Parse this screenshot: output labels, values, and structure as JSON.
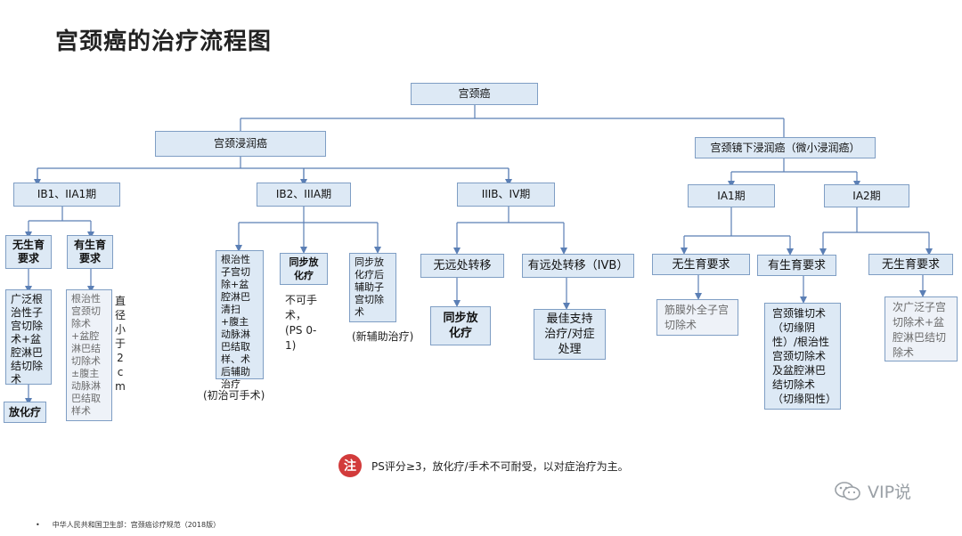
{
  "title": "宫颈癌的治疗流程图",
  "nodes": {
    "root": "宫颈癌",
    "invasive": "宫颈浸润癌",
    "micro": "宫颈镜下浸润癌（微小浸润癌）",
    "ib1": "IB1、IIA1期",
    "ib2": "IB2、IIIA期",
    "iiib": "IIIB、IV期",
    "ia1": "IA1期",
    "ia2": "IA2期",
    "no_fert_1": "无生育要求",
    "fert_1": "有生育要求",
    "radical_1": "广泛根治性子宫切除术+盆腔淋巴结切除术",
    "radio_1": "放化疗",
    "fert_surgery": "根治性宫颈切除术+盆腔淋巴结切除术±腹主动脉淋巴结取样术",
    "radical_2": "根治性子宫切除+盆腔淋巴清扫+腹主动脉淋巴结取样、术后辅助治疗",
    "chemoradio_2": "同步放化疗",
    "neoadj": "同步放化疗后辅助子宫切除术",
    "no_mets": "无远处转移",
    "mets": "有远处转移（IVB）",
    "chemoradio_3": "同步放化疗",
    "support": "最佳支持治疗/对症处理",
    "no_fert_ia1": "无生育要求",
    "fert_ia": "有生育要求",
    "no_fert_ia2": "无生育要求",
    "extrafascial": "筋膜外全子宫切除术",
    "conization": "宫颈锥切术（切缘阴性）/根治性宫颈切除术及盆腔淋巴结切除术（切缘阳性）",
    "subradical": "次广泛子宫切除术+盆腔淋巴结切除术"
  },
  "notes": {
    "size_note": "直径小于2cm",
    "initial_operable": "(初治可手术)",
    "inoperable": "不可手术，(PS 0-1)",
    "neoadjuvant": "(新辅助治疗)"
  },
  "ps": {
    "icon": "注",
    "text": "PS评分≥3，放化疗/手术不可耐受，以对症治疗为主。"
  },
  "watermark": "VIP说",
  "footer": "中华人民共和国卫生部：宫颈癌诊疗规范（2018版）",
  "colors": {
    "box_fill": "#dde9f5",
    "box_border": "#7f9ec4",
    "line": "#5b7fb5",
    "ps_icon": "#d23b3b"
  }
}
